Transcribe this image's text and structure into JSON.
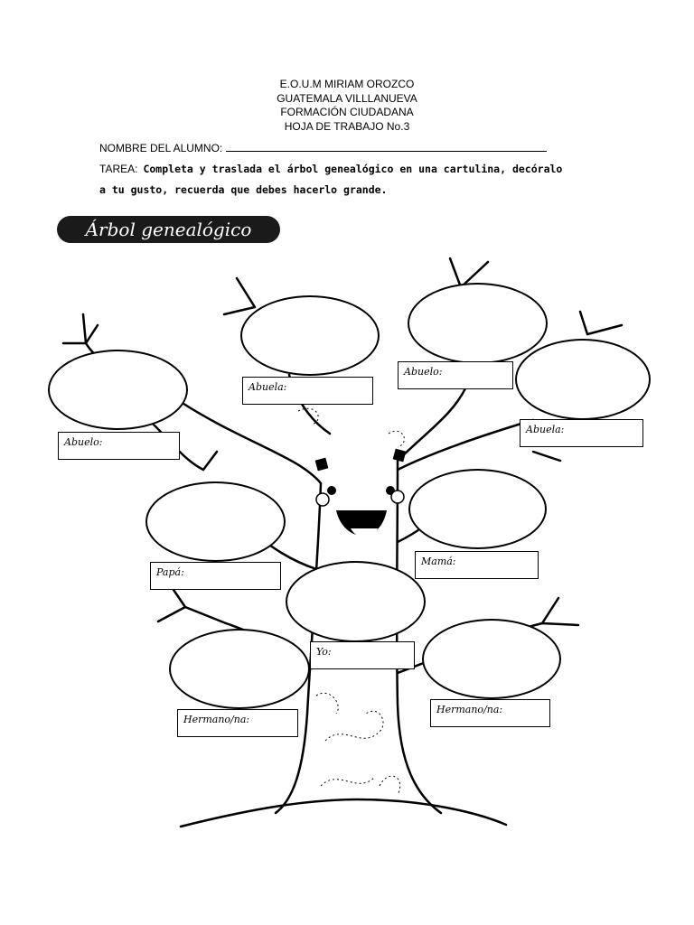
{
  "header": {
    "line1": "E.O.U.M MIRIAM OROZCO",
    "line2": "GUATEMALA VILLLANUEVA",
    "line3": "FORMACIÓN CIUDADANA",
    "line4": "HOJA DE TRABAJO No.3"
  },
  "student": {
    "label": "NOMBRE DEL ALUMNO:"
  },
  "task": {
    "label": "TAREA:",
    "text": "Completa y traslada el árbol genealógico en una cartulina, decóralo a tu gusto, recuerda que debes hacerlo grande."
  },
  "worksheet": {
    "title": "Árbol genealógico"
  },
  "labels": {
    "abuela_left": "Abuela:",
    "abuelo_right": "Abuelo:",
    "abuelo_left": "Abuelo:",
    "abuela_right": "Abuela:",
    "papa": "Papá:",
    "mama": "Mamá:",
    "yo": "Yo:",
    "hermano_left": "Hermano/na:",
    "hermano_right": "Hermano/na:"
  }
}
